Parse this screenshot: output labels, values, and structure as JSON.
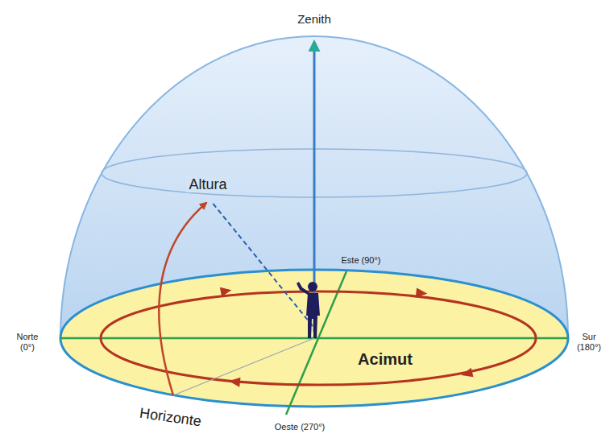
{
  "diagram": {
    "labels": [
      "Zenith",
      "Altura",
      "Este (90°)",
      "Norte (0°)",
      "Sur (180°)",
      "Acimut",
      "Horizonte",
      "Oeste (270°)"
    ]
  }
}
